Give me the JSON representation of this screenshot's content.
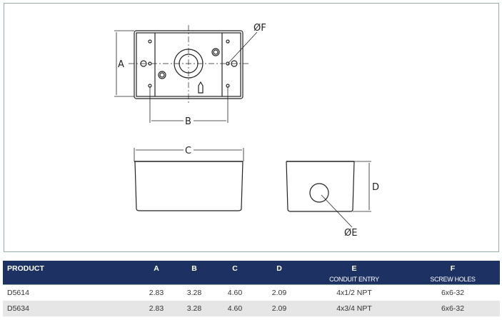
{
  "drawing": {
    "label_a": "A",
    "label_b": "B",
    "label_c": "C",
    "label_d": "D",
    "label_e": "ØE",
    "label_f": "ØF"
  },
  "table": {
    "headers": [
      {
        "title": "PRODUCT",
        "sub": ""
      },
      {
        "title": "A",
        "sub": ""
      },
      {
        "title": "B",
        "sub": ""
      },
      {
        "title": "C",
        "sub": ""
      },
      {
        "title": "D",
        "sub": ""
      },
      {
        "title": "E",
        "sub": "CONDUIT ENTRY"
      },
      {
        "title": "F",
        "sub": "SCREW HOLES"
      }
    ],
    "rows": [
      [
        "D5614",
        "2.83",
        "3.28",
        "4.60",
        "2.09",
        "4x1/2 NPT",
        "6x6-32"
      ],
      [
        "D5634",
        "2.83",
        "3.28",
        "4.60",
        "2.09",
        "4x3/4 NPT",
        "6x6-32"
      ]
    ],
    "header_color": "#1d3263"
  }
}
